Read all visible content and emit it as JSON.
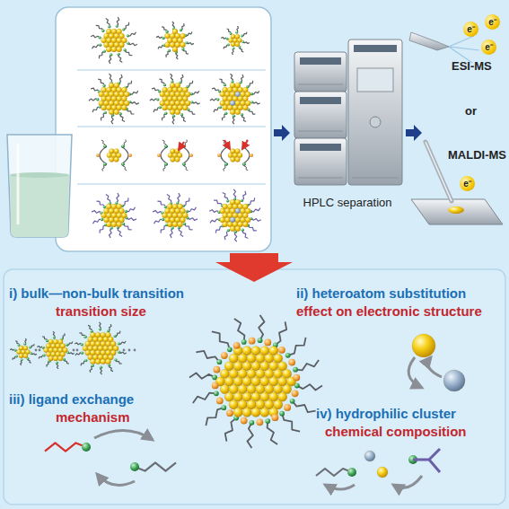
{
  "diagram": {
    "nodes": [
      {
        "text": [
          "HPLC separation"
        ]
      }
    ],
    "labels": [
      "ESI-MS",
      "e⁻",
      "e⁻",
      "e⁻",
      "or",
      "MALDI-MS",
      "e⁻",
      "i) bulk—non-bulk transition",
      "transition size",
      "ii) heteroatom substitution",
      "effect on electronic structure",
      "iii) ligand exchange",
      "mechanism",
      "iv) hydrophilic cluster",
      "chemical composition"
    ]
  }
}
